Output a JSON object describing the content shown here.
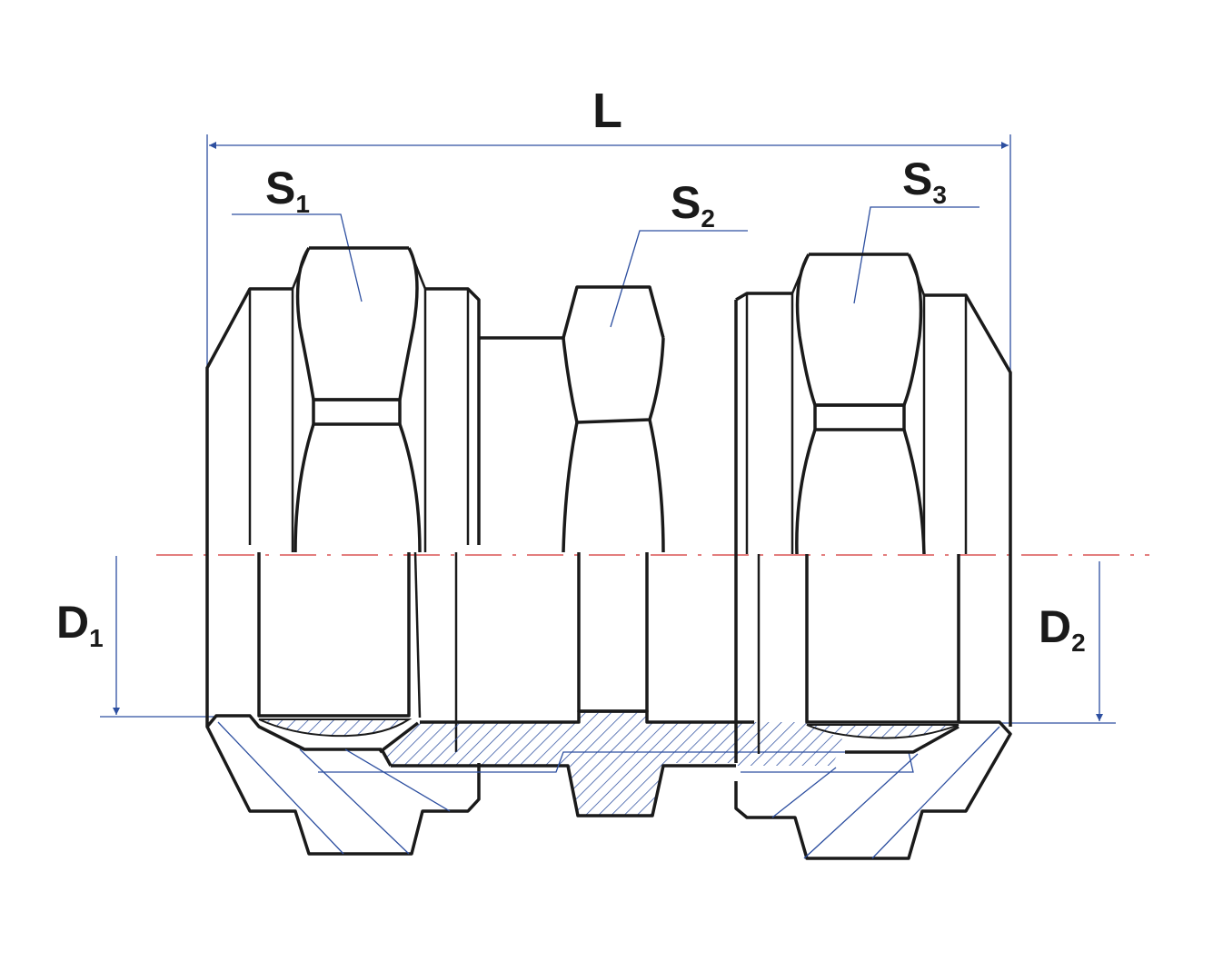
{
  "labels": {
    "length": "L",
    "s1": {
      "main": "S",
      "sub": "1"
    },
    "s2": {
      "main": "S",
      "sub": "2"
    },
    "s3": {
      "main": "S",
      "sub": "3"
    },
    "d1": {
      "main": "D",
      "sub": "1"
    },
    "d2": {
      "main": "D",
      "sub": "2"
    }
  },
  "colors": {
    "outline": "#1a1a1a",
    "dimension": "#2d4fa0",
    "centerline": "#d23030"
  }
}
